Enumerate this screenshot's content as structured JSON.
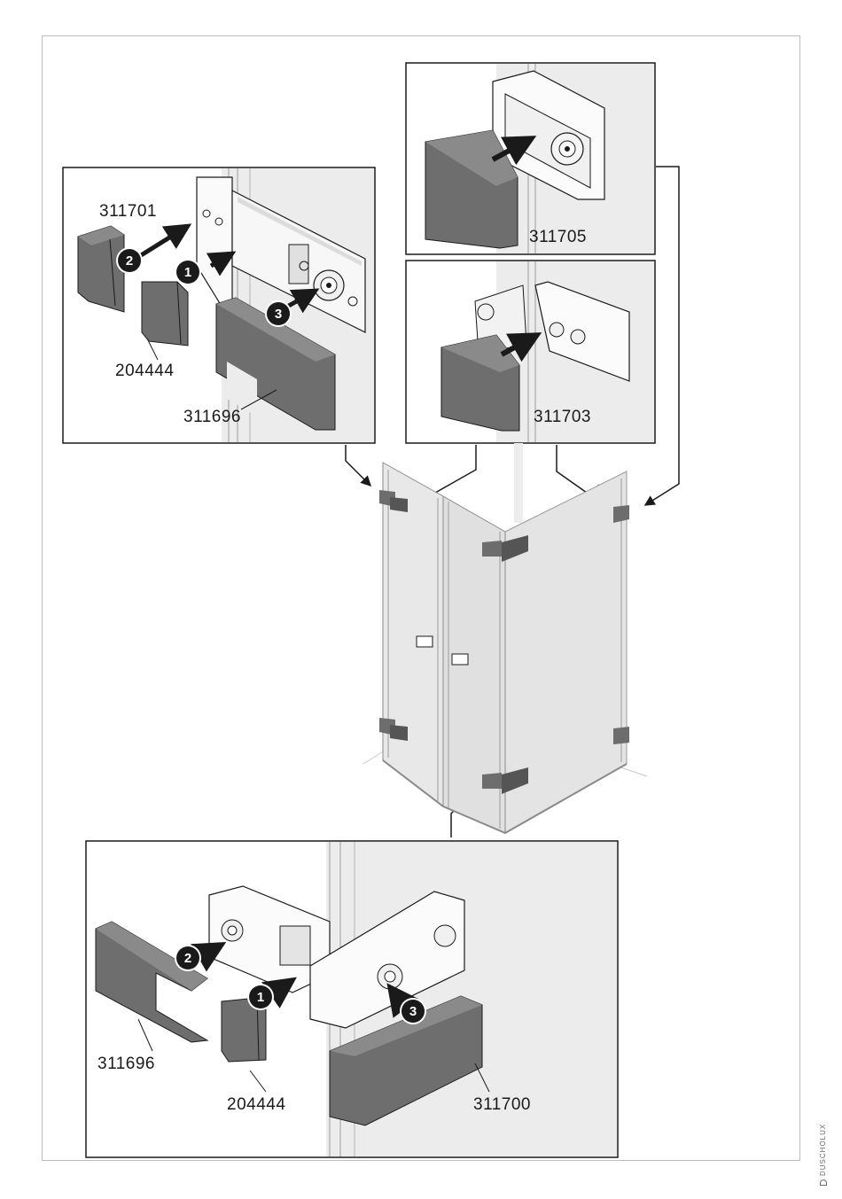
{
  "labels": {
    "p311701": "311701",
    "p204444_top": "204444",
    "p311696_top": "311696",
    "p311705": "311705",
    "p311703": "311703",
    "p311696_bottom": "311696",
    "p204444_bottom": "204444",
    "p311700": "311700"
  },
  "steps": {
    "top_left": [
      "2",
      "1",
      "3"
    ],
    "bottom": [
      "2",
      "1",
      "3"
    ]
  },
  "brand": "DUSCHOLUX",
  "colors": {
    "cap_gray": "#6d6d6d",
    "cap_dark": "#4e4e4e",
    "panel_bg": "#eeeeee",
    "glass": "#e3e3e3",
    "arrow": "#1a1a1a",
    "pointer_gray": "#8a8a8a"
  }
}
